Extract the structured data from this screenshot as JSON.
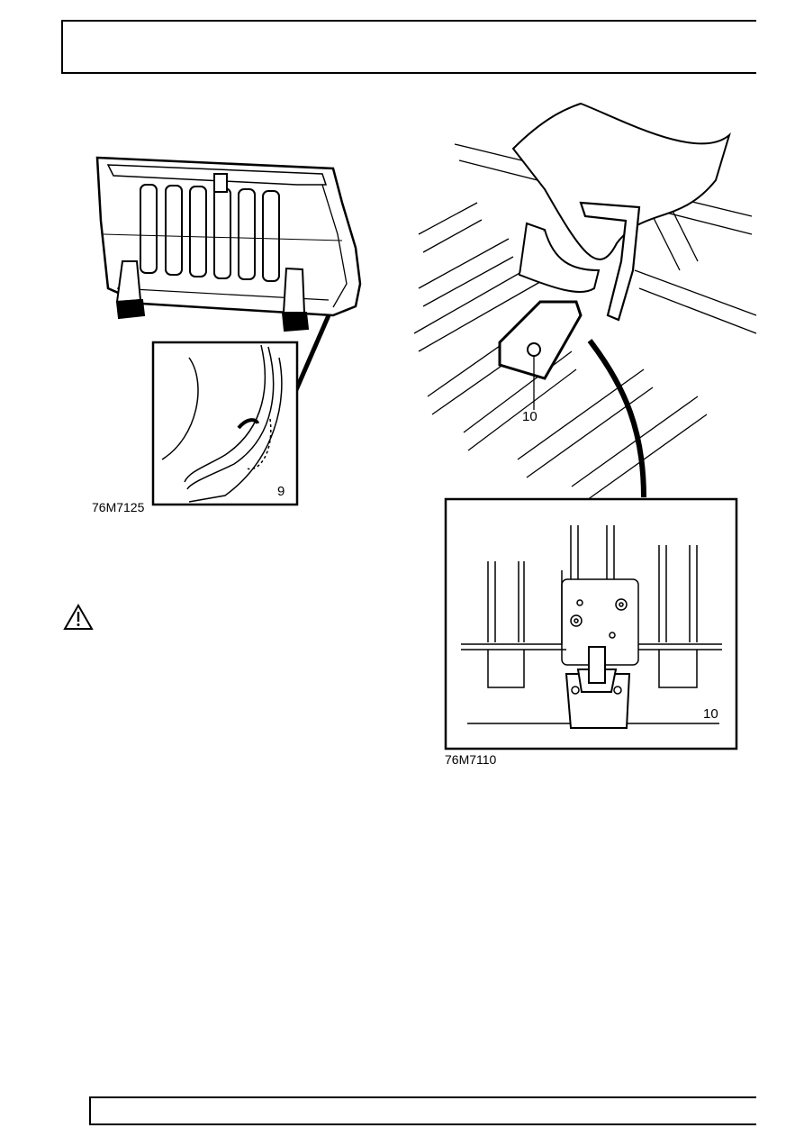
{
  "figures": {
    "left": {
      "ref_code": "76M7125",
      "callouts": [
        "9"
      ]
    },
    "right": {
      "ref_code": "76M7110",
      "callouts": [
        "10",
        "10"
      ]
    }
  },
  "icons": {
    "warning": "warning-triangle-icon"
  }
}
